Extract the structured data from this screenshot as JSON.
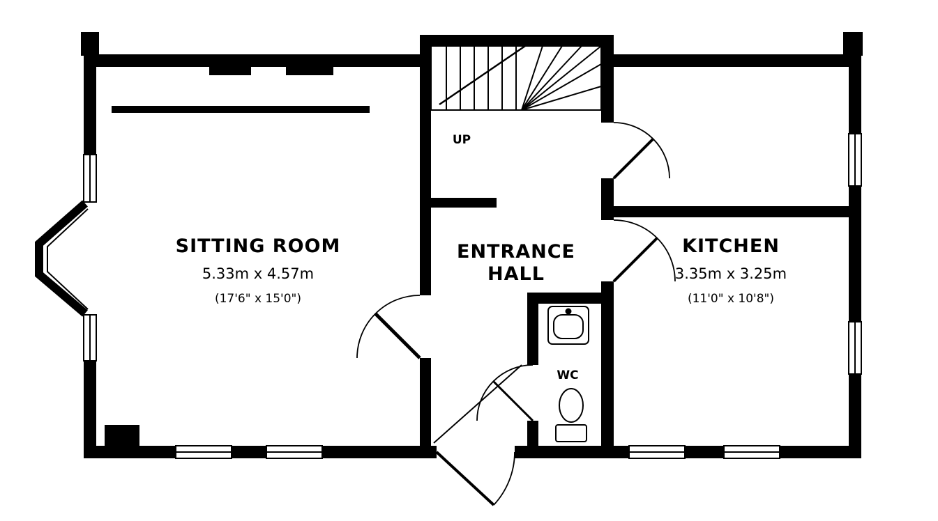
{
  "floor_plan": {
    "rooms": {
      "sitting_room": {
        "name": "SITTING ROOM",
        "dims_metric": "5.33m x 4.57m",
        "dims_imperial": "(17'6\" x 15'0\")"
      },
      "hall": {
        "line1": "ENTRANCE",
        "line2": "HALL"
      },
      "kitchen": {
        "name": "KITCHEN",
        "dims_metric": "3.35m x 3.25m",
        "dims_imperial": "(11'0\" x 10'8\")"
      },
      "wc": {
        "name": "WC"
      },
      "stairs": {
        "label": "UP"
      }
    },
    "colors": {
      "walls": "#000000",
      "floor": "#ffffff"
    }
  }
}
